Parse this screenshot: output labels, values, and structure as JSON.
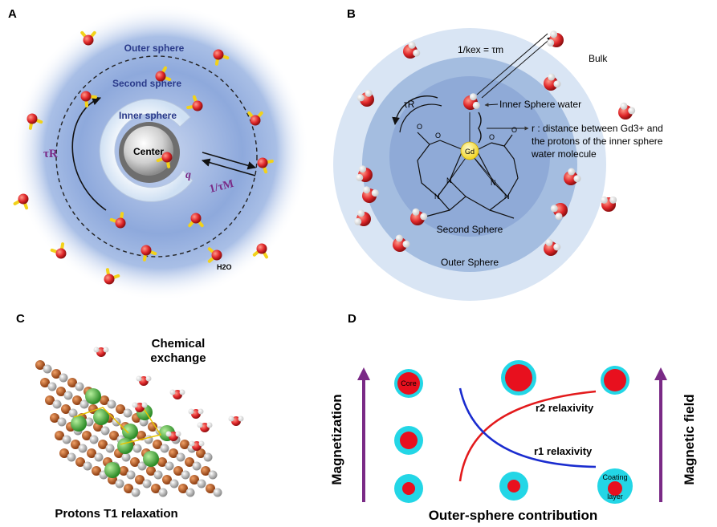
{
  "panelA": {
    "letter": "A",
    "outer_sphere": "Outer sphere",
    "second_sphere": "Second sphere",
    "inner_sphere": "Inner sphere",
    "center": "Center",
    "tau_r": "τR",
    "q": "q",
    "one_over_tau_m": "1/τM",
    "h2o": "H2O"
  },
  "panelB": {
    "letter": "B",
    "kex_formula": "1/kex = τm",
    "bulk": "Bulk",
    "tau_r": "τR",
    "inner_sphere_water": "Inner Sphere water",
    "r_desc_line1": "r : distance between Gd3+ and",
    "r_desc_line2": "the protons of the inner sphere",
    "r_desc_line3": "water molecule",
    "gd": "Gd",
    "second_sphere": "Second Sphere",
    "outer_sphere": "Outer Sphere"
  },
  "panelC": {
    "letter": "C",
    "chemical_exchange_line1": "Chemical",
    "chemical_exchange_line2": "exchange",
    "protons_relaxation": "Protons T1 relaxation"
  },
  "panelD": {
    "letter": "D",
    "magnetization": "Magnetization",
    "magnetic_field": "Magnetic field",
    "core": "Core",
    "coating_line1": "Coating",
    "coating_line2": "layer",
    "r2_relaxivity": "r2 relaxivity",
    "r1_relaxivity": "r1 relaxivity",
    "outer_sphere_contribution": "Outer-sphere contribution"
  },
  "colors": {
    "oxygen": "#e0272a",
    "hydrogen": "#f2d21a",
    "halo_blue": "#7e9ed6",
    "purple_arrow": "#7a2a86",
    "cyan": "#23d6e6",
    "red_core": "#e8101e",
    "r2_curve": "#e31a1c",
    "r1_curve": "#1a2ccf",
    "iron": "#c4561a",
    "gadolinium": "#3fb13c",
    "bulk_ball": "#bdbdbd"
  }
}
